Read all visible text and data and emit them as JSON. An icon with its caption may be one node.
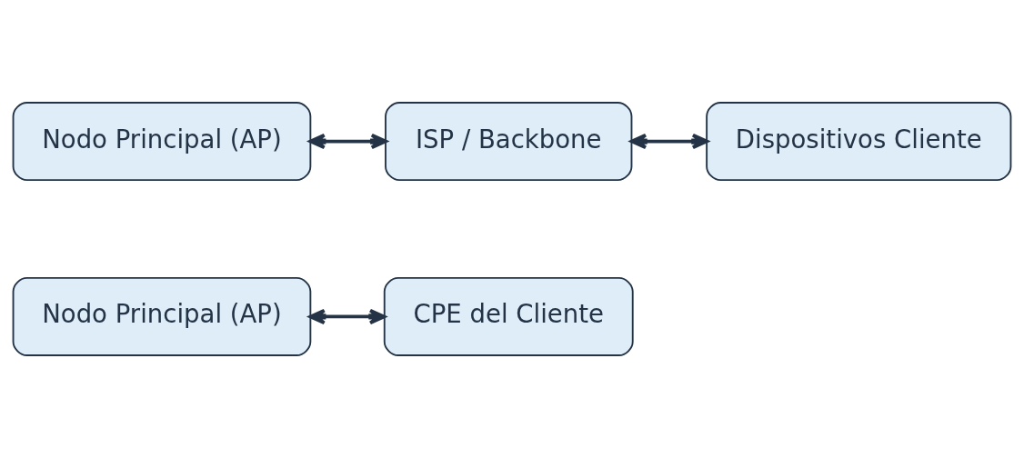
{
  "diagram": {
    "nodes": [
      {
        "text": [
          "Nodo Principal (AP)"
        ]
      },
      {
        "text": [
          "CPE del Cliente"
        ]
      },
      {
        "text": [
          "Nodo Principal (AP)"
        ]
      },
      {
        "text": [
          "ISP / Backbone"
        ]
      },
      {
        "text": [
          "Dispositivos Cliente"
        ]
      }
    ],
    "edges": [
      {
        "from": 0,
        "to": 1,
        "arrow": "both"
      },
      {
        "from": 2,
        "to": 3,
        "arrow": "both"
      },
      {
        "from": 3,
        "to": 4,
        "arrow": "both"
      }
    ]
  }
}
